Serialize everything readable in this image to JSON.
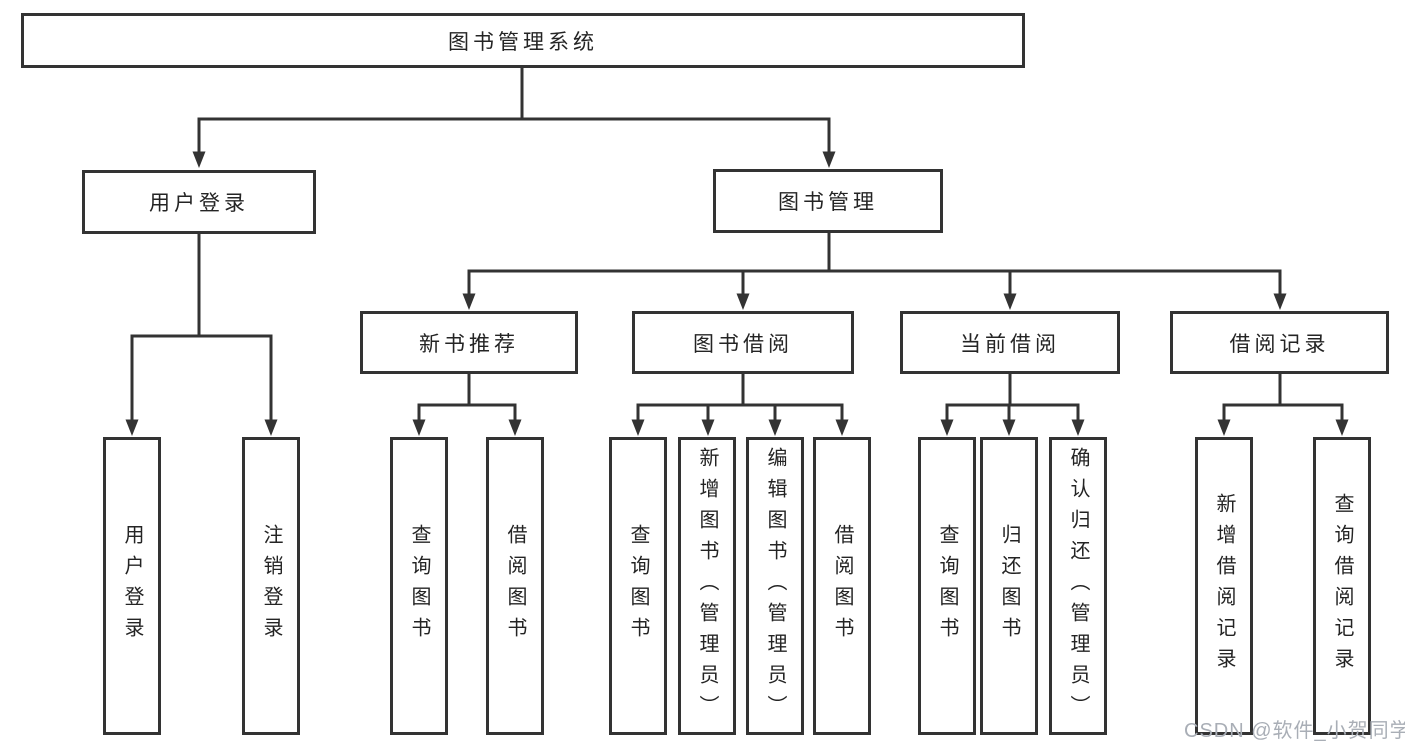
{
  "diagram_title": "图书管理系统",
  "tree": {
    "label": "图书管理系统",
    "children": [
      {
        "label": "用户登录",
        "children": [
          {
            "label": "用户登录"
          },
          {
            "label": "注销登录"
          }
        ]
      },
      {
        "label": "图书管理",
        "children": [
          {
            "label": "新书推荐",
            "children": [
              {
                "label": "查询图书"
              },
              {
                "label": "借阅图书"
              }
            ]
          },
          {
            "label": "图书借阅",
            "children": [
              {
                "label": "查询图书"
              },
              {
                "label": "新增图书（管理员）"
              },
              {
                "label": "编辑图书（管理员）"
              },
              {
                "label": "借阅图书"
              }
            ]
          },
          {
            "label": "当前借阅",
            "children": [
              {
                "label": "查询图书"
              },
              {
                "label": "归还图书"
              },
              {
                "label": "确认归还（管理员）"
              }
            ]
          },
          {
            "label": "借阅记录",
            "children": [
              {
                "label": "新增借阅记录"
              },
              {
                "label": "查询借阅记录"
              }
            ]
          }
        ]
      }
    ]
  },
  "watermark": {
    "text": "CSDN @软件_小贺同学"
  },
  "colors": {
    "background": "#ffffff",
    "box_fill": "#ffffff",
    "box_border": "#333333",
    "connector_line": "#333333",
    "text": "#242424",
    "watermark_text": "#a9aeb6"
  }
}
